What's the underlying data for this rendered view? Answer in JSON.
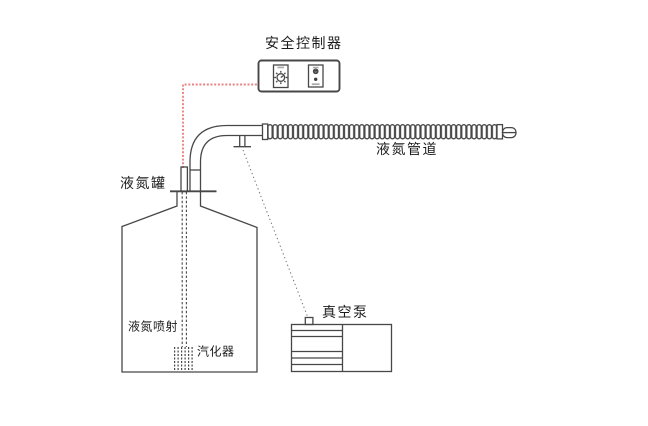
{
  "labels": {
    "safety_controller": "安全控制器",
    "ln_pipeline": "液氮管道",
    "ln_tank": "液氮罐",
    "ln_spray": "液氮喷射",
    "vaporizer": "汽化器",
    "vacuum_pump": "真空泵"
  },
  "colors": {
    "line": "#474747",
    "text": "#1c1c1c",
    "control_signal": "#ec8383",
    "dotted": "#707070",
    "background": "#ffffff"
  }
}
